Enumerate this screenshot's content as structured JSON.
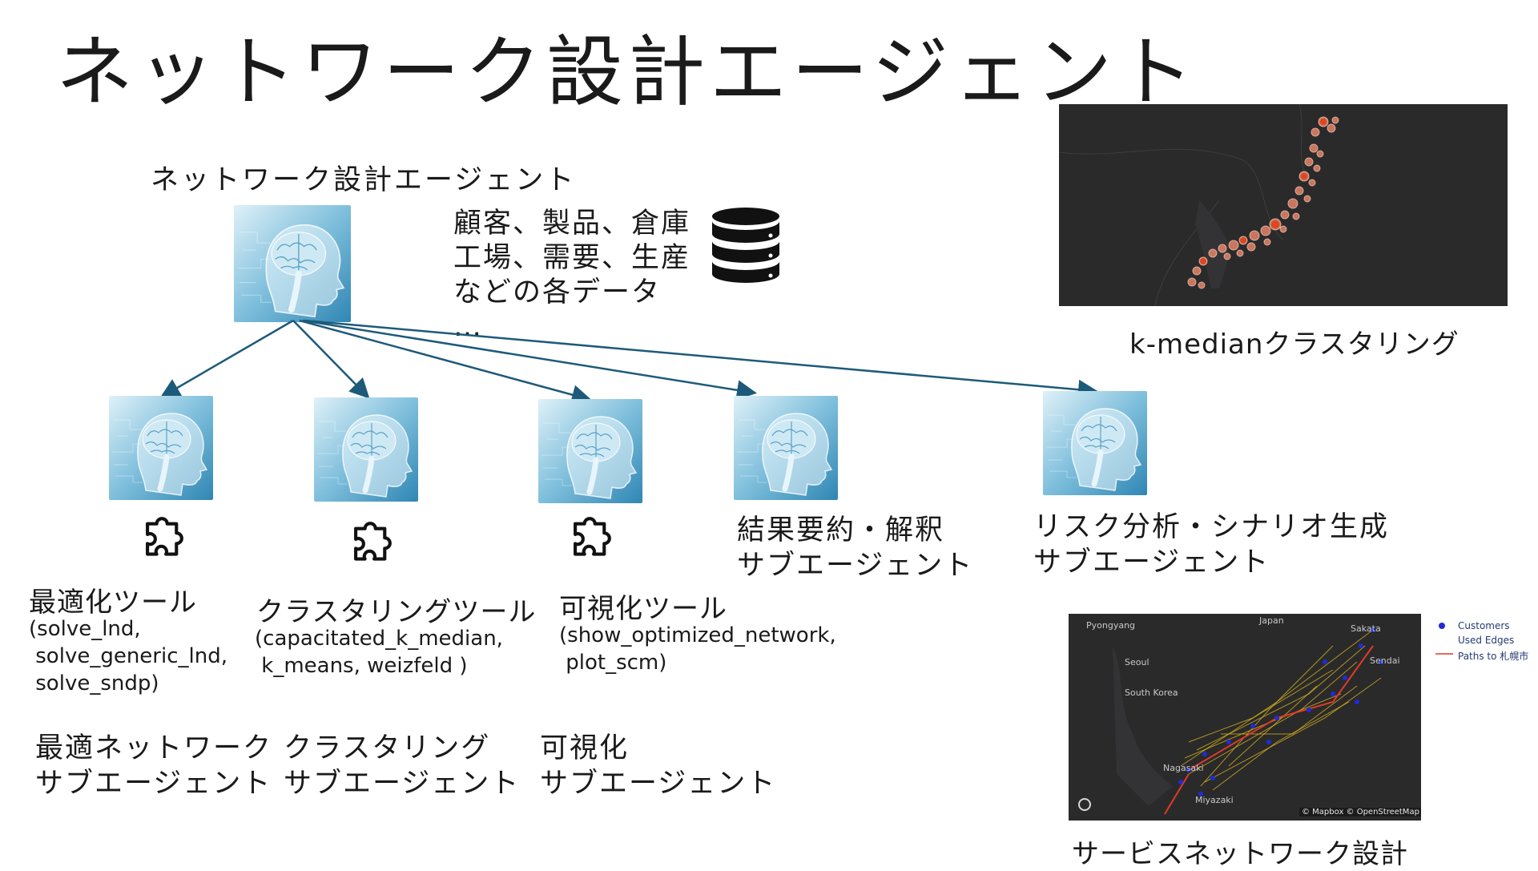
{
  "slide": {
    "title": "ネットワーク設計エージェント",
    "main_agent_label": "ネットワーク設計エージェント",
    "data_description": "顧客、製品、倉庫\n工場、需要、生産\nなどの各データ\n…"
  },
  "icons": {
    "agent": "ai-head-icon",
    "database": "database-icon",
    "tool": "puzzle-piece-icon"
  },
  "tools": [
    {
      "name": "最適化ツール",
      "functions": "(solve_lnd,\n solve_generic_lnd,\n solve_sndp)"
    },
    {
      "name": "クラスタリングツール",
      "functions": "(capacitated_k_median,\n k_means, weizfeld )"
    },
    {
      "name": "可視化ツール",
      "functions": "(show_optimized_network,\n plot_scm)"
    }
  ],
  "sub_agents": [
    {
      "label": "最適ネットワーク\nサブエージェント"
    },
    {
      "label": "クラスタリング\nサブエージェント"
    },
    {
      "label": "可視化\nサブエージェント"
    },
    {
      "label": "結果要約・解釈\nサブエージェント"
    },
    {
      "label": "リスク分析・シナリオ生成\nサブエージェント"
    }
  ],
  "figures": {
    "kmedian_caption": "k-medianクラスタリング",
    "network_caption": "サービスネットワーク設計",
    "network_legend": [
      "Customers",
      "Used Edges",
      "Paths to 札幌市"
    ],
    "network_map_labels": [
      "Pyongyang",
      "Seoul",
      "South Korea",
      "Japan",
      "Sakata",
      "Sendai",
      "Nagasaki",
      "Miyazaki"
    ],
    "attribution": "© Mapbox © OpenStreetMap",
    "colors": {
      "map_background": "#2b2b2c",
      "customer_dot": "#1f2bd6",
      "edge": "#e8c21a",
      "path": "#e03a2a",
      "cluster": "#f08a6a",
      "arrow": "#1d5a7a"
    }
  }
}
